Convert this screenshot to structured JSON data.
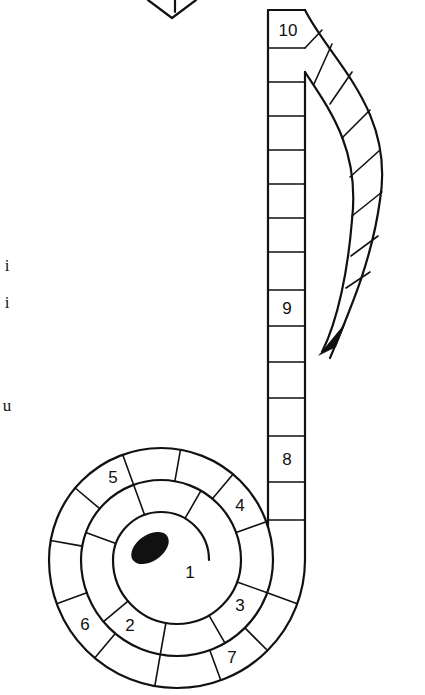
{
  "diagram": {
    "labels": [
      "10",
      "i",
      "i",
      "9",
      "u",
      "8",
      "4",
      "5",
      "1",
      "3",
      "2",
      "6",
      "7"
    ]
  }
}
